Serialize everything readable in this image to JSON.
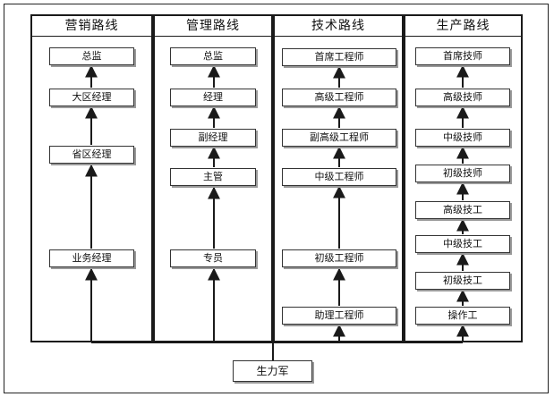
{
  "columns": [
    {
      "title": "营销路线",
      "nodes": [
        "总监",
        "大区经理",
        "省区经理",
        "业务经理"
      ]
    },
    {
      "title": "管理路线",
      "nodes": [
        "总监",
        "经理",
        "副经理",
        "主管",
        "专员"
      ]
    },
    {
      "title": "技术路线",
      "nodes": [
        "首席工程师",
        "高级工程师",
        "副高级工程师",
        "中级工程师",
        "初级工程师",
        "助理工程师"
      ]
    },
    {
      "title": "生产路线",
      "nodes": [
        "首席技师",
        "高级技师",
        "中级技师",
        "初级技师",
        "高级技工",
        "中级技工",
        "初级技工",
        "操作工"
      ]
    }
  ],
  "source": {
    "label": "生力军"
  },
  "colors": {
    "line": "#1a1a1a",
    "shadow": "#9a9a9a"
  }
}
